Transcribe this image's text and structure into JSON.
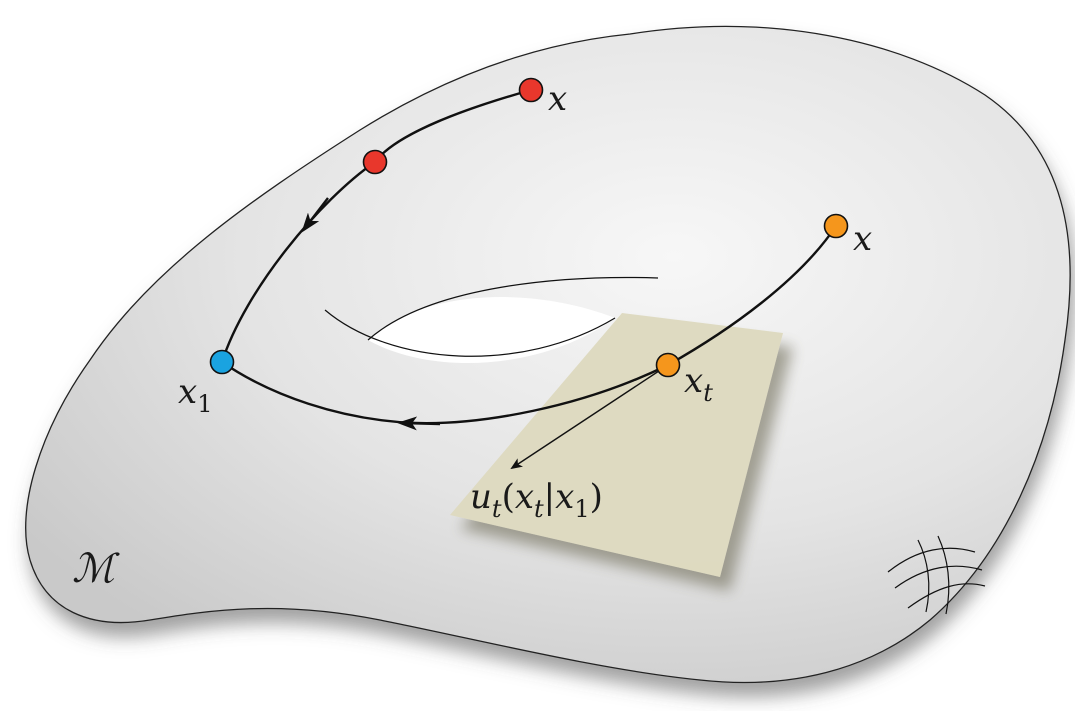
{
  "manifold": {
    "label": "ℳ",
    "fill_light": "#f7f7f7",
    "fill_dark": "#c9c9c9",
    "outline_color": "#222222",
    "shadow_color": "#555555"
  },
  "tangent_plane": {
    "fill": "#dedac0",
    "shadow_color": "#6d6a55",
    "vector_label": {
      "u": "u",
      "u_sub": "t",
      "open": "(",
      "x1": "x",
      "x1_sub": "t",
      "bar": "|",
      "x2": "x",
      "x2_sub": "1",
      "close": ")"
    }
  },
  "points": {
    "red_start": {
      "label": "x",
      "color": "#e8372c"
    },
    "red_mid": {
      "label": "",
      "color": "#e8372c"
    },
    "orange_start": {
      "label": "x",
      "color": "#f5961c"
    },
    "orange_mid": {
      "label": "x",
      "sub": "t",
      "color": "#f5961c"
    },
    "target": {
      "label": "x",
      "sub": "1",
      "color": "#1aa3e0"
    }
  },
  "colors": {
    "stroke": "#111111",
    "hole_fill": "#ffffff"
  }
}
